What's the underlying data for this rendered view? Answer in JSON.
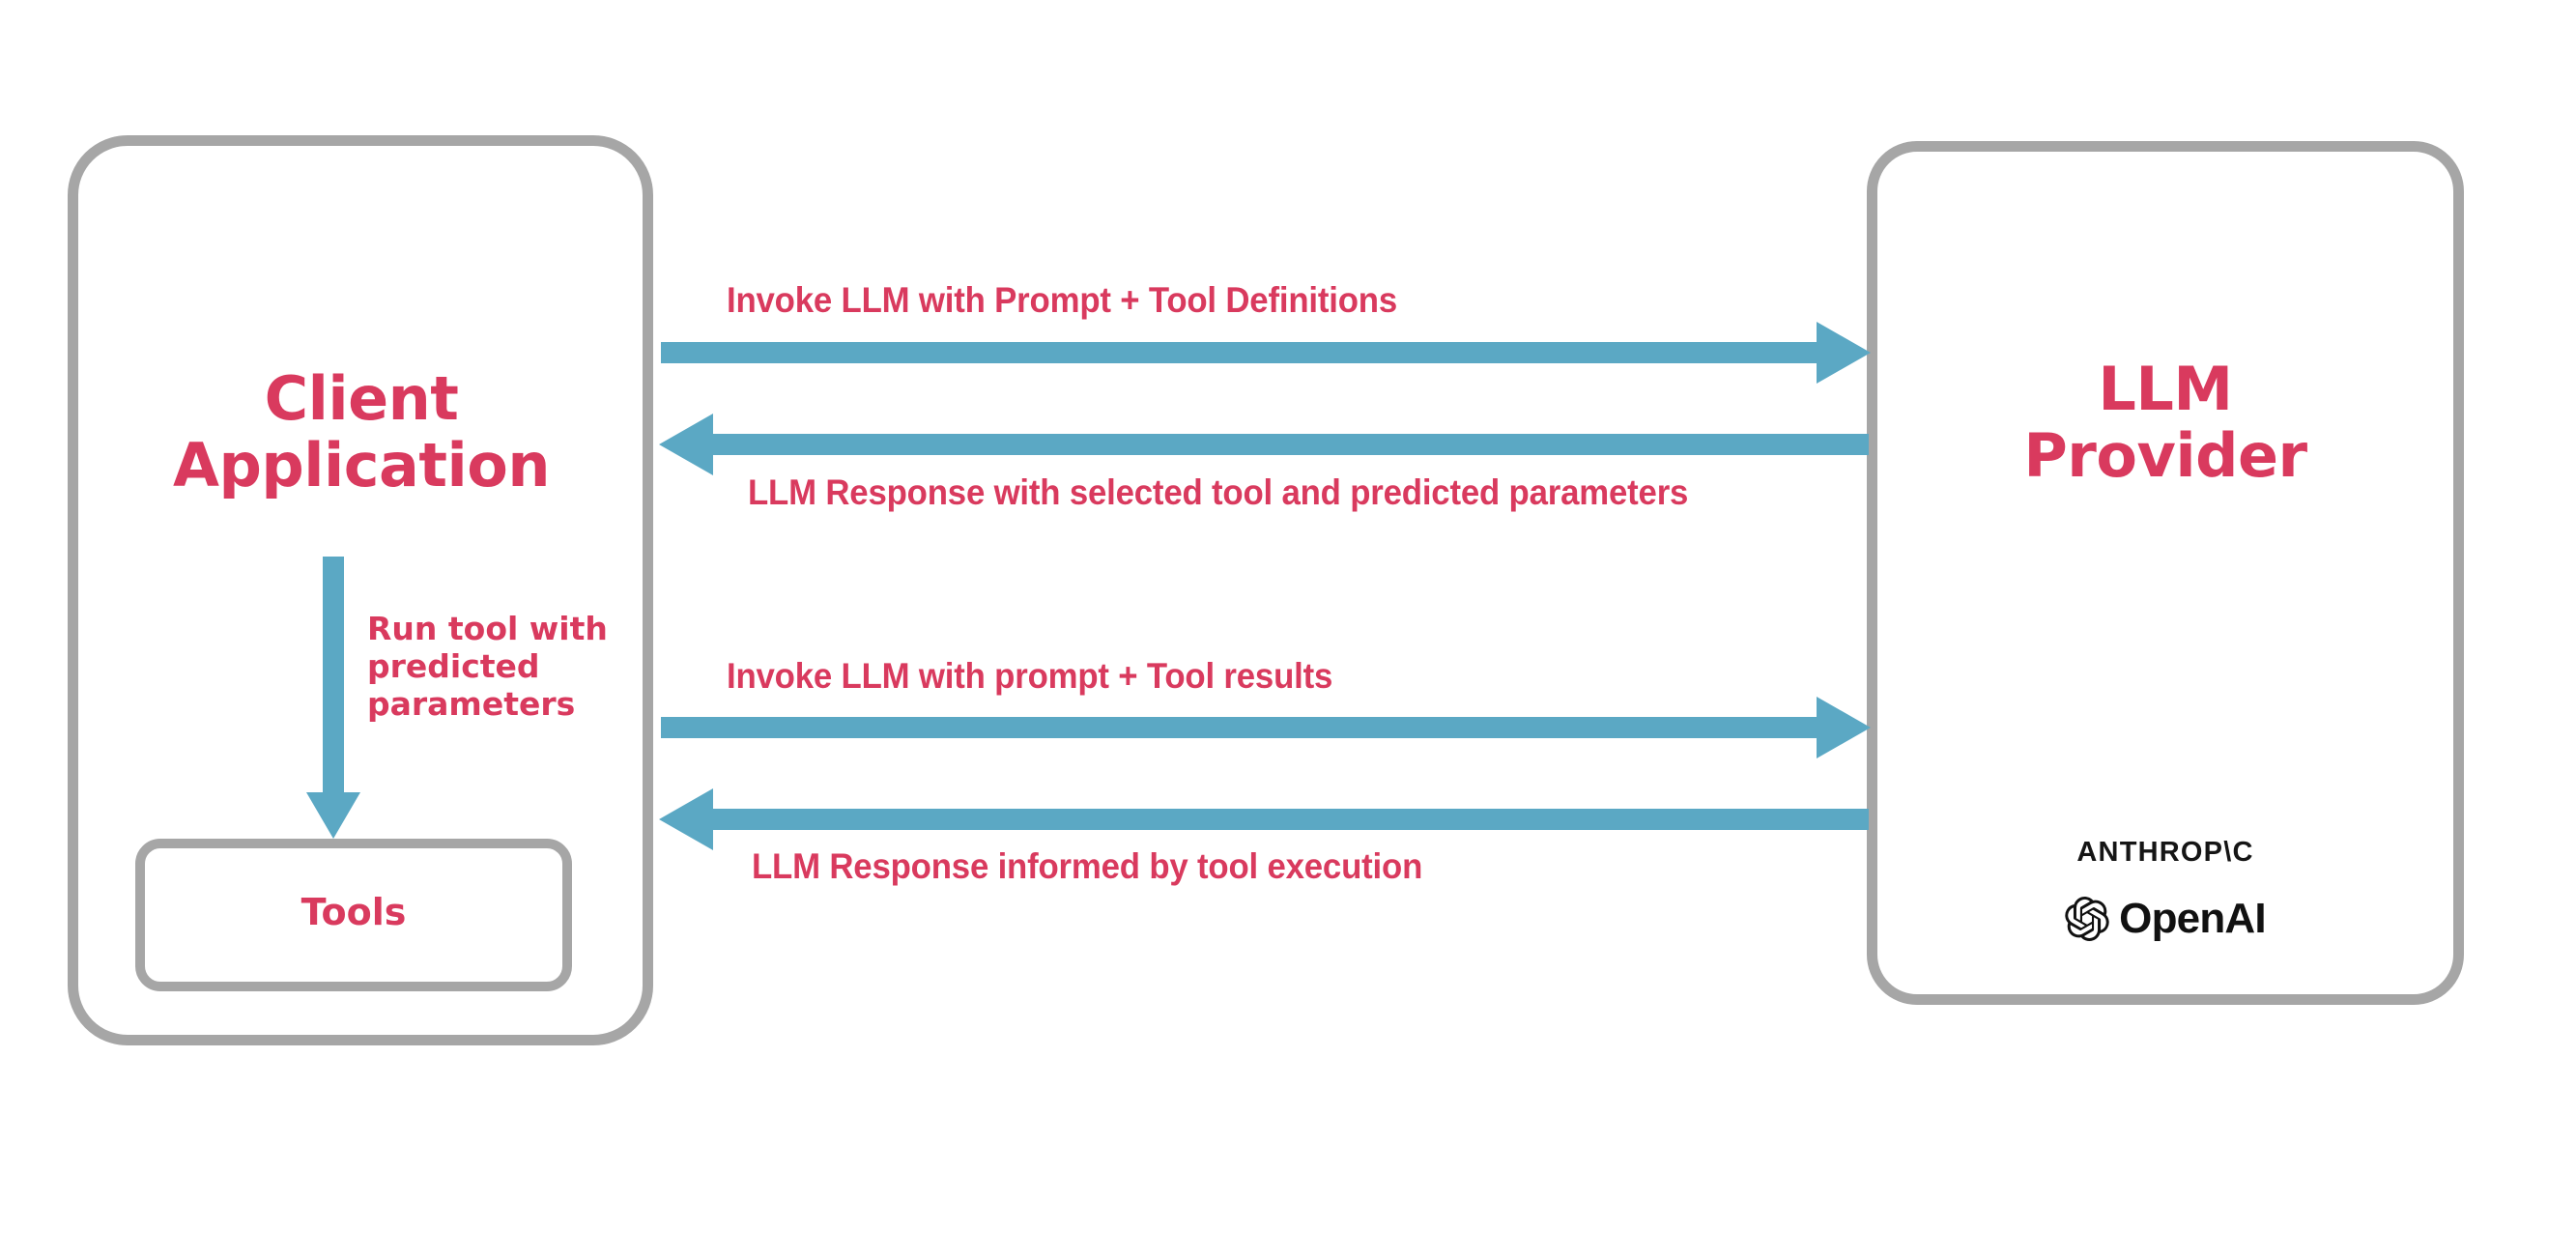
{
  "diagram": {
    "title": "LLM tool-calling sequence between client application and LLM provider",
    "colors": {
      "accent_text": "#d93a5e",
      "arrow": "#5ba8c4",
      "box_border": "#a6a6a6",
      "background": "#ffffff",
      "logo_text": "#111111"
    }
  },
  "client": {
    "title": "Client\nApplication",
    "title_line1": "Client",
    "title_line2": "Application",
    "tools_label": "Tools",
    "internal_arrow": {
      "label": "Run tool with predicted parameters",
      "direction": "down",
      "icon": "down-arrow-icon"
    }
  },
  "provider": {
    "title_line1": "LLM",
    "title_line2": "Provider",
    "logos": [
      {
        "name": "anthropic-logo",
        "text": "ANTHROP\\C"
      },
      {
        "name": "openai-logo",
        "text": "OpenAI"
      }
    ]
  },
  "flows": [
    {
      "id": "invoke-1",
      "label": "Invoke LLM with Prompt + Tool Definitions",
      "direction": "right",
      "icon": "right-arrow-icon"
    },
    {
      "id": "response-1",
      "label": "LLM Response with selected tool and predicted parameters",
      "direction": "left",
      "icon": "left-arrow-icon"
    },
    {
      "id": "invoke-2",
      "label": "Invoke LLM with prompt + Tool results",
      "direction": "right",
      "icon": "right-arrow-icon"
    },
    {
      "id": "response-2",
      "label": "LLM Response informed by tool execution",
      "direction": "left",
      "icon": "left-arrow-icon"
    }
  ]
}
